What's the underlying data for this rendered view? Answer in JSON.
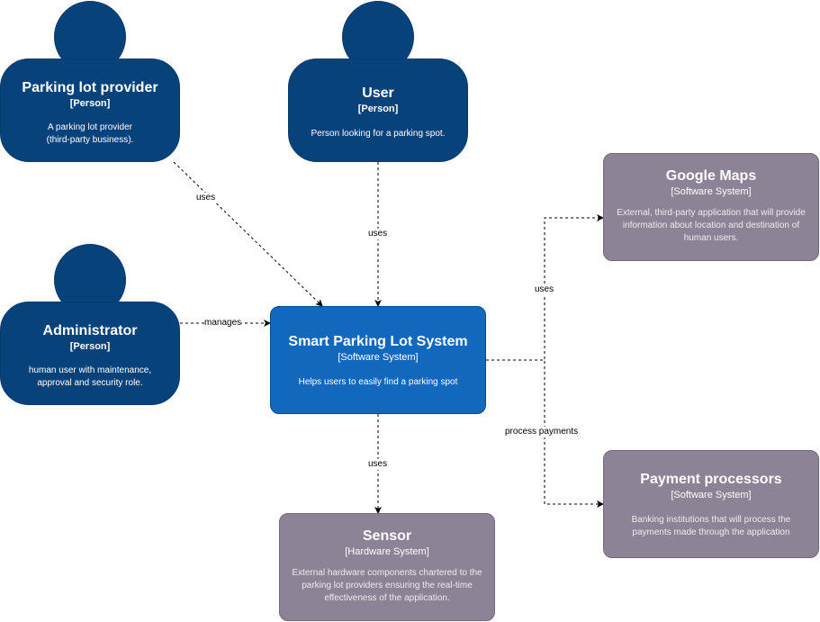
{
  "nodes": {
    "parking_lot_provider": {
      "title": "Parking lot provider",
      "kind": "[Person]",
      "description": "A parking lot provider\n(third-party business)."
    },
    "user": {
      "title": "User",
      "kind": "[Person]",
      "description": "Person looking for a parking spot."
    },
    "administrator": {
      "title": "Administrator",
      "kind": "[Person]",
      "description": "human user with maintenance,\napproval and security role."
    },
    "smart_parking": {
      "title": "Smart Parking Lot System",
      "kind": "[Software System]",
      "description": "Helps users to easily find a parking spot"
    },
    "google_maps": {
      "title": "Google Maps",
      "kind": "[Software System]",
      "description": "External, third-party application that will provide\ninformation about location and destination of\nhuman users."
    },
    "payment_processors": {
      "title": "Payment processors",
      "kind": "[Software System]",
      "description": "Banking institutions that will process the\npayments made through the application"
    },
    "sensor": {
      "title": "Sensor",
      "kind": "[Hardware System]",
      "description": "External hardware components chartered to the\nparking lot providers ensuring the real-time\neffectiveness of the application."
    }
  },
  "edges": {
    "provider_uses": "uses",
    "user_uses": "uses",
    "admin_manages": "manages",
    "maps_uses": "uses",
    "payments": "process payments",
    "sensor_uses": "uses"
  },
  "colors": {
    "person": "#08427b",
    "system": "#1168bd",
    "external": "#8c8496"
  }
}
